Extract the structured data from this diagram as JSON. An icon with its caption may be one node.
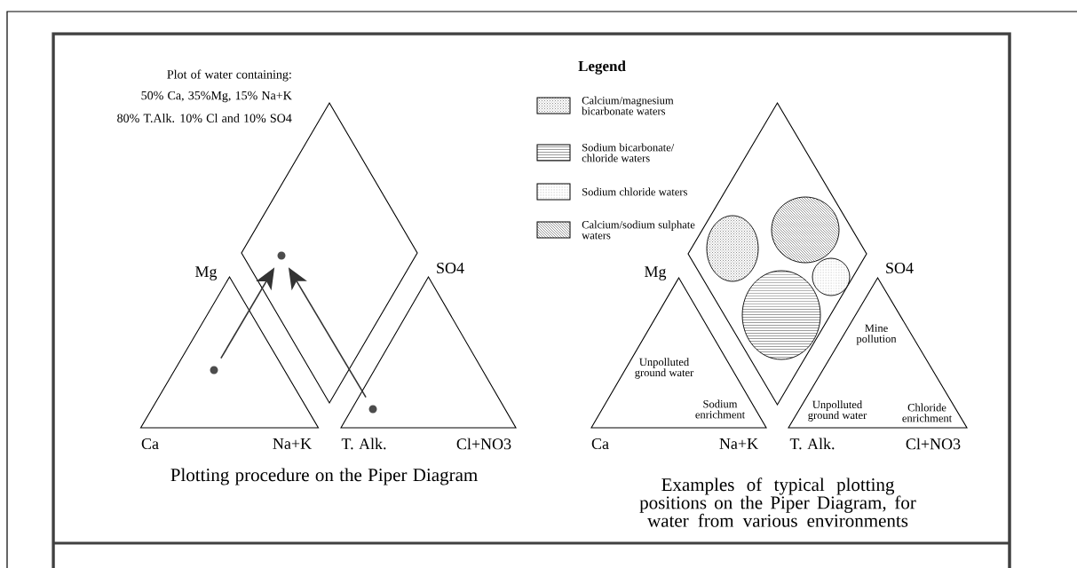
{
  "diagram": {
    "nodes": [
      {
        "text": [],
        "shape": "triangle"
      },
      {
        "text": [],
        "shape": "diamond"
      },
      {
        "text": [],
        "shape": "triangle"
      },
      {
        "text": [],
        "shape": "circle",
        "in": 0
      },
      {
        "text": [],
        "shape": "circle",
        "in": 1
      },
      {
        "text": [],
        "shape": "circle",
        "in": 2
      },
      {
        "text": [
          "Unpolluted ground water",
          "Sodium enrichment"
        ]
      },
      {
        "text": [],
        "shape": "diamond"
      },
      {
        "text": [
          "Mine pollution",
          "Unpolluted ground water",
          "Chloride enrichment"
        ]
      },
      {
        "text": [],
        "shape": "circle",
        "in": 7
      },
      {
        "text": [],
        "shape": "ellipse",
        "in": 7
      },
      {
        "text": [],
        "shape": "circle",
        "in": 7
      },
      {
        "text": [],
        "shape": "ellipse",
        "in": 7
      }
    ],
    "edges": [
      {
        "from": 3,
        "to": 4,
        "arrow": "to"
      },
      {
        "from": 5,
        "to": 4,
        "arrow": "to"
      }
    ],
    "labels": [
      "Plot of water containing:",
      "50% Ca, 35%Mg, 15% Na+K",
      "80% T.Alk. 10% Cl and 10% SO4",
      "Mg",
      "SO4",
      "Ca",
      "Na+K",
      "T. Alk.",
      "Cl+NO3",
      "Plotting procedure on the Piper Diagram",
      "Legend",
      "Mg",
      "SO4",
      "Ca",
      "Na+K",
      "T. Alk.",
      "Cl+NO3",
      "Examples of typical plotting positions on the Piper Diagram, for water from various environments"
    ],
    "legend": [
      {
        "text": "Calcium/magnesium bicarbonate waters"
      },
      {
        "text": "Sodium bicarbonate/ chloride waters"
      },
      {
        "text": "Sodium chloride waters"
      },
      {
        "text": "Calcium/sodium sulphate waters"
      }
    ]
  }
}
